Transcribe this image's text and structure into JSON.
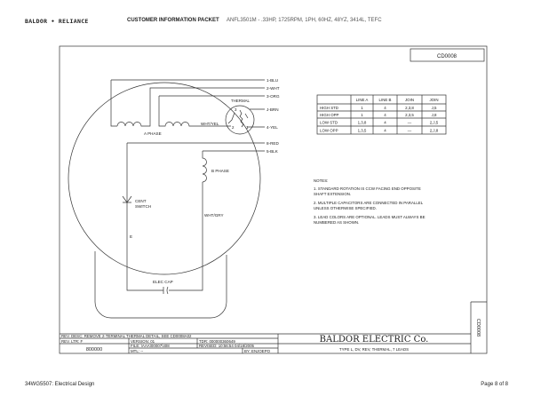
{
  "header": {
    "logo": "BALDOR • RELIANCE",
    "packet_title": "CUSTOMER INFORMATION PACKET",
    "model": "ANFL3501M - .33HP, 1725RPM, 1PH, 60HZ, 48YZ, 3414L, TEFC"
  },
  "drawing": {
    "number": "CD0008",
    "leads": [
      "1-BLU",
      "2-WHT",
      "3-ORG",
      "J-BRN",
      "4-YEL",
      "8-RED",
      "5-BLK"
    ],
    "labels": {
      "thermal": "THERMAL",
      "wht_yel": "WHT/YEL",
      "a_phase": "A PHASE",
      "b_phase": "B PHASE",
      "cent_switch_1": "CENT",
      "cent_switch_2": "SWITCH",
      "wht_gry": "WHT/GRY",
      "e": "E",
      "elec_cap": "ELEC CAP",
      "thermal_pins": [
        "3",
        "2",
        "1"
      ]
    },
    "table": {
      "headers": [
        "",
        "LINE A",
        "LINE B",
        "JOIN",
        "JOIN"
      ],
      "rows": [
        [
          "HIGH STD",
          "1",
          "4",
          "2,3,8",
          "J,5"
        ],
        [
          "HIGH OPP",
          "1",
          "4",
          "2,3,5",
          "J,8"
        ],
        [
          "LOW STD",
          "1,3,8",
          "4",
          "—",
          "2,J,5"
        ],
        [
          "LOW OPP",
          "1,3,5",
          "4",
          "—",
          "2,J,8"
        ]
      ]
    },
    "notes": {
      "title": "NOTES:",
      "lines": [
        "1. STANDARD ROTATION IS CCW FACING END OPPOSITE",
        "    SHAFT EXTENSION.",
        "2. MULTIPLE CAPACITORS ARE CONNECTED IN PARALLEL",
        "    UNLESS OTHERWISE SPECIFIED.",
        "3. LEAD COLORS ARE OPTIONAL.  LEADS MUST ALWAYS BE",
        "    NUMBERED AS SHOWN."
      ]
    },
    "title_block": {
      "rev_desc": "REV. DESC:  REMOVE 2-TERMINAL THERMAL DETAIL, SEE CD0008A02",
      "rev_ltr": "REV. LTR:  F",
      "version": "VERSION: 01",
      "tdr": "TDR: 000000360649",
      "file": "FILE: \\AAA\\00007\\408",
      "revised": "REVISED: 10:56:54  04/18/2005",
      "code": "800000",
      "mtl": "MTL: --",
      "by": "BY: ENJOEPO",
      "company": "BALDOR  ELECTRIC  Co.",
      "description": "TYPE L, DV, REV, THERMAL, 7 LEADS",
      "side_number": "CD0008"
    }
  },
  "footer": {
    "left": "34WG5507: Electrical Design",
    "right": "Page 8 of 8"
  }
}
